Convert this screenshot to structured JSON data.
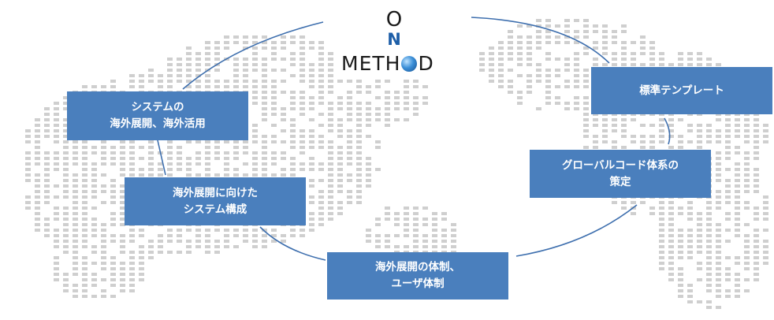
{
  "logo": {
    "line1": "O",
    "line2": "N",
    "word_before": "METH",
    "word_after": "D"
  },
  "nodes": {
    "system_overseas": {
      "line1": "システムの",
      "line2": "海外展開、海外活用"
    },
    "system_config": {
      "line1": "海外展開に向けた",
      "line2": "システム構成"
    },
    "structure": {
      "line1": "海外展開の体制、",
      "line2": "ユーザ体制"
    },
    "global_code": {
      "line1": "グローバルコード体系の",
      "line2": "策定"
    },
    "template": {
      "line1": "標準テンプレート"
    }
  },
  "colors": {
    "box": "#4a7fbd",
    "arc": "#3e6fae",
    "map_dot": "#cfcfcf",
    "logo_n": "#1e5fa8"
  }
}
